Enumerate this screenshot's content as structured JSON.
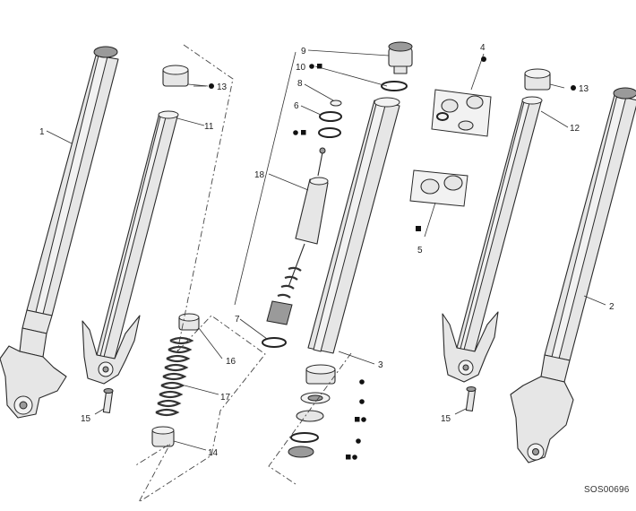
{
  "drawing_code": "SOS00696",
  "callouts": {
    "c1": "1",
    "c2": "2",
    "c3": "3",
    "c4": "4",
    "c5": "5",
    "c6": "6",
    "c7": "7",
    "c8": "8",
    "c9": "9",
    "c10": "10",
    "c11": "11",
    "c12": "12",
    "c13a": "13",
    "c13b": "13",
    "c14": "14",
    "c15a": "15",
    "c15b": "15",
    "c16": "16",
    "c17": "17",
    "c18": "18"
  }
}
